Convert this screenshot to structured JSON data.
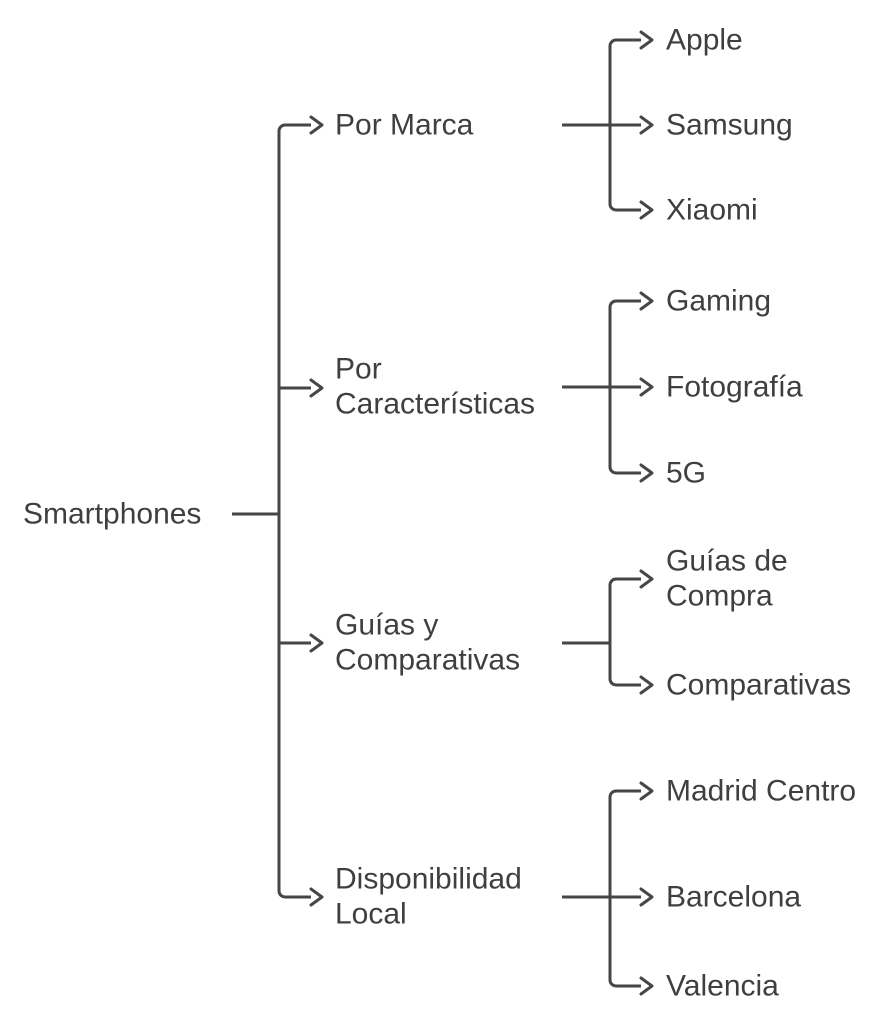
{
  "diagram": {
    "type": "tree",
    "colors": {
      "line": "#464646",
      "text": "#3f3f3f",
      "background": "#ffffff"
    },
    "root": {
      "label": "Smartphones"
    },
    "branches": [
      {
        "label_lines": [
          "Por Marca"
        ],
        "children": [
          {
            "label_lines": [
              "Apple"
            ]
          },
          {
            "label_lines": [
              "Samsung"
            ]
          },
          {
            "label_lines": [
              "Xiaomi"
            ]
          }
        ]
      },
      {
        "label_lines": [
          "Por",
          "Características"
        ],
        "children": [
          {
            "label_lines": [
              "Gaming"
            ]
          },
          {
            "label_lines": [
              "Fotografía"
            ]
          },
          {
            "label_lines": [
              "5G"
            ]
          }
        ]
      },
      {
        "label_lines": [
          "Guías y",
          "Comparativas"
        ],
        "children": [
          {
            "label_lines": [
              "Guías de",
              "Compra"
            ]
          },
          {
            "label_lines": [
              "Comparativas"
            ]
          }
        ]
      },
      {
        "label_lines": [
          "Disponibilidad",
          "Local"
        ],
        "children": [
          {
            "label_lines": [
              "Madrid Centro"
            ]
          },
          {
            "label_lines": [
              "Barcelona"
            ]
          },
          {
            "label_lines": [
              "Valencia"
            ]
          }
        ]
      }
    ]
  }
}
